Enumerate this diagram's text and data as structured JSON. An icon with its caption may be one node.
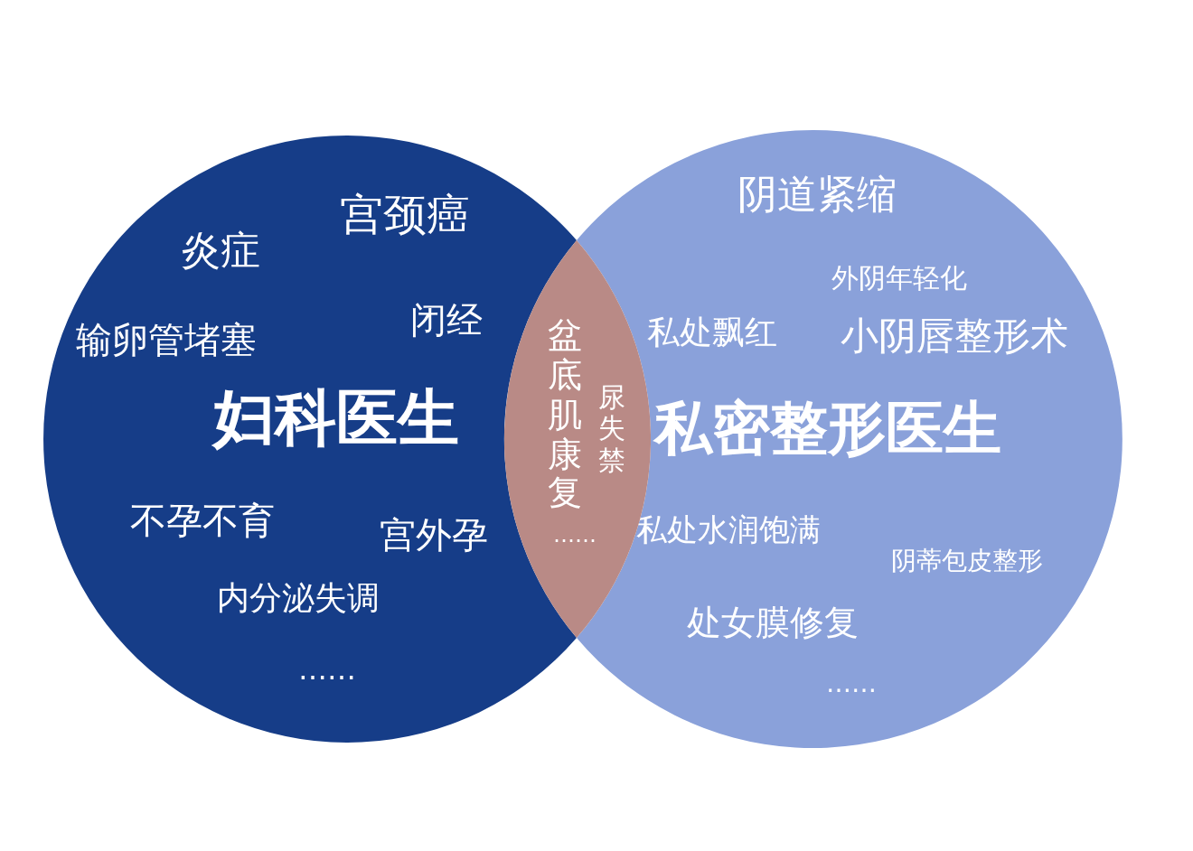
{
  "diagram": {
    "nodes": [
      {
        "text": [
          "宫颈癌",
          "炎症",
          "闭经",
          "输卵管堵塞",
          "妇科医生",
          "不孕不育",
          "宫外孕",
          "内分泌失调",
          "……"
        ]
      },
      {
        "text": [
          "阴道紧缩",
          "外阴年轻化",
          "私处飘红",
          "小阴唇整形术",
          "私密整形医生",
          "私处水润饱满",
          "阴蒂包皮整形",
          "处女膜修复",
          "……"
        ]
      },
      {
        "text": [
          "盆底肌康复",
          "尿失禁",
          "……"
        ]
      }
    ]
  }
}
